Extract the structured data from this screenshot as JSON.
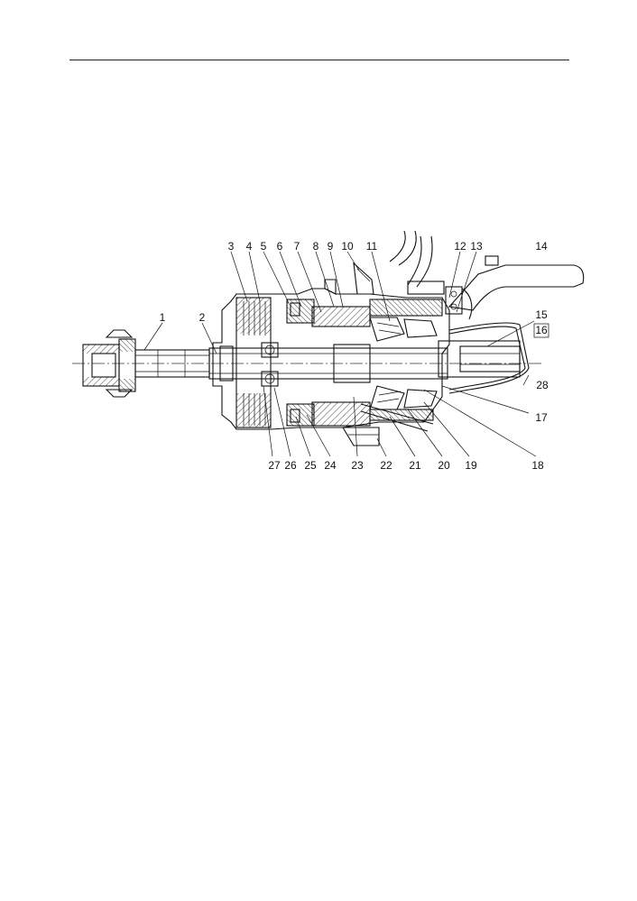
{
  "figure": {
    "part_labels": [
      "1",
      "2",
      "3",
      "4",
      "5",
      "6",
      "7",
      "8",
      "9",
      "10",
      "11",
      "12",
      "13",
      "14",
      "15",
      "16",
      "17",
      "18",
      "19",
      "20",
      "21",
      "22",
      "23",
      "24",
      "25",
      "26",
      "27",
      "28"
    ]
  }
}
